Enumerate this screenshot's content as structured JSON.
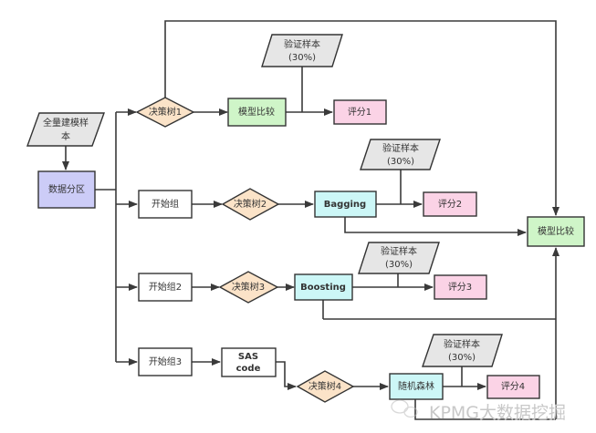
{
  "colors": {
    "input": "#e6e6e6",
    "partition": "#ccccf7",
    "decision": "#fbe3c8",
    "compare": "#cff5c8",
    "ensemble": "#ccf7f7",
    "score": "#fbd3e6",
    "plain": "#ffffff",
    "line": "#3a3a3a"
  },
  "nodes": {
    "full_sample": {
      "line1": "全量建模样",
      "line2": "本"
    },
    "partition": "数据分区",
    "tree1": "决策树1",
    "compare1": "模型比较",
    "valid1": {
      "line1": "验证样本",
      "line2": "(30%)"
    },
    "score1": "评分1",
    "start_group": "开始组",
    "tree2": "决策树2",
    "bagging": "Bagging",
    "valid2": {
      "line1": "验证样本",
      "line2": "(30%)"
    },
    "score2": "评分2",
    "start_group2": "开始组2",
    "tree3": "决策树3",
    "boosting": "Boosting",
    "valid3": {
      "line1": "验证样本",
      "line2": "(30%)"
    },
    "score3": "评分3",
    "start_group3": "开始组3",
    "sas_code": {
      "line1": "SAS",
      "line2": "code"
    },
    "tree4": "决策树4",
    "random_forest": "随机森林",
    "valid4": {
      "line1": "验证样本",
      "line2": "(30%)"
    },
    "score4": "评分4",
    "final_compare": "模型比较"
  },
  "watermark": "KPMG大数据挖掘"
}
